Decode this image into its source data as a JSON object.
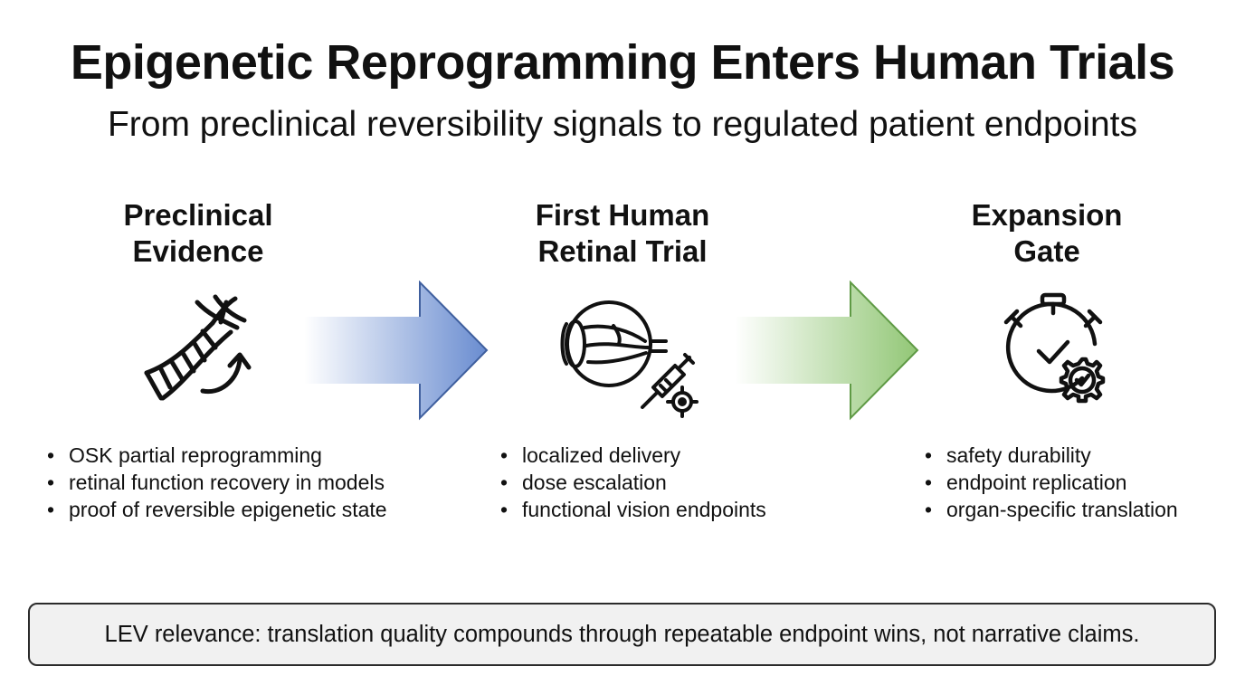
{
  "header": {
    "title": "Epigenetic Reprogramming Enters Human Trials",
    "subtitle": "From preclinical reversibility signals to regulated patient endpoints"
  },
  "stages": [
    {
      "title_line1": "Preclinical",
      "title_line2": "Evidence",
      "icon": "dna-reversal-icon",
      "bullets": [
        "OSK partial reprogramming",
        "retinal function recovery in models",
        "proof of reversible epigenetic state"
      ]
    },
    {
      "title_line1": "First Human",
      "title_line2": "Retinal Trial",
      "icon": "eye-injection-icon",
      "bullets": [
        "localized delivery",
        "dose escalation",
        "functional vision endpoints"
      ]
    },
    {
      "title_line1": "Expansion",
      "title_line2": "Gate",
      "icon": "stopwatch-gear-icon",
      "bullets": [
        "safety durability",
        "endpoint replication",
        "organ-specific translation"
      ]
    }
  ],
  "arrows": [
    {
      "color": "#4f78c8"
    },
    {
      "color": "#7fbd5e"
    }
  ],
  "footer": {
    "text": "LEV relevance: translation quality compounds through repeatable endpoint wins, not narrative claims."
  }
}
